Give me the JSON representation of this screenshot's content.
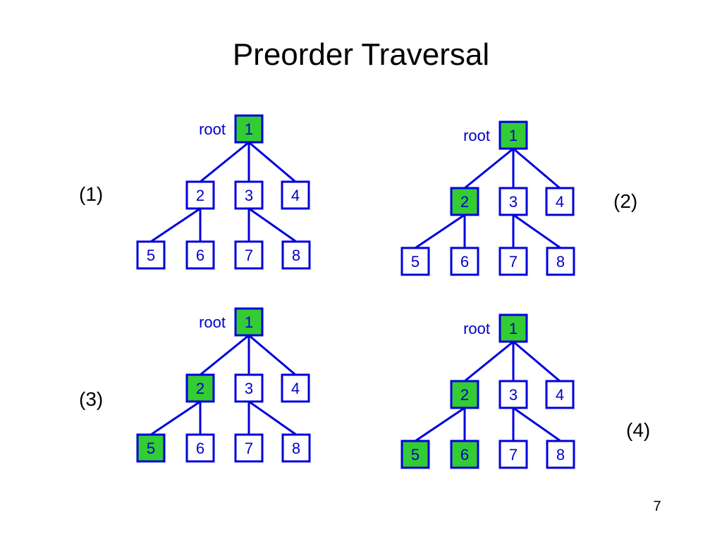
{
  "title": "Preorder Traversal",
  "page_number": "7",
  "root_label": "root",
  "colors": {
    "edge": "#0000dd",
    "visited_fill": "#33cc33",
    "unvisited_fill": "#ffffff",
    "text": "#0000cc"
  },
  "tree": {
    "nodes": [
      "1",
      "2",
      "3",
      "4",
      "5",
      "6",
      "7",
      "8"
    ],
    "edges": [
      [
        "1",
        "2"
      ],
      [
        "1",
        "3"
      ],
      [
        "1",
        "4"
      ],
      [
        "2",
        "5"
      ],
      [
        "2",
        "6"
      ],
      [
        "3",
        "7"
      ],
      [
        "3",
        "8"
      ]
    ]
  },
  "panels": [
    {
      "label": "(1)",
      "visited": [
        "1"
      ]
    },
    {
      "label": "(2)",
      "visited": [
        "1",
        "2"
      ]
    },
    {
      "label": "(3)",
      "visited": [
        "1",
        "2",
        "5"
      ]
    },
    {
      "label": "(4)",
      "visited": [
        "1",
        "2",
        "5",
        "6"
      ]
    }
  ]
}
